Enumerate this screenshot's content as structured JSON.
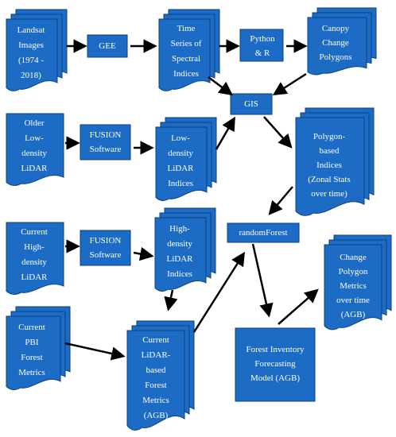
{
  "colors": {
    "node_fill": "#1c6cc6",
    "node_stroke": "#0c3f7d",
    "arrow": "#000000",
    "text": "#ffffff"
  },
  "nodes": {
    "landsat": "Landsat\nImages\n(1974 -\n2018)",
    "gee": "GEE",
    "time_series": "Time\nSeries of\nSpectral\nIndices",
    "python_r": "Python\n& R",
    "canopy_change": "Canopy\nChange\nPolygons",
    "gis": "GIS",
    "older_lidar": "Older\nLow-\ndensity\nLiDAR",
    "fusion_1": "FUSION\nSoftware",
    "low_density_indices": "Low-\ndensity\nLiDAR\nIndices",
    "polygon_indices": "Polygon-\nbased\nIndices\n(Zonal Stats\nover time)",
    "current_lidar": "Current\nHigh-\ndensity\nLiDAR",
    "fusion_2": "FUSION\nSoftware",
    "high_density_indices": "High-\ndensity\nLiDAR\nIndices",
    "random_forest": "randomForest",
    "change_metrics": "Change\nPolygon\nMetrics\nover time\n(AGB)",
    "pbi_metrics": "Current\nPBI\nForest\nMetrics",
    "lidar_metrics": "Current\nLiDAR-\nbased\nForest\nMetrics\n(AGB)",
    "fifm": "Forest Inventory\nForecasting\nModel (AGB)"
  }
}
